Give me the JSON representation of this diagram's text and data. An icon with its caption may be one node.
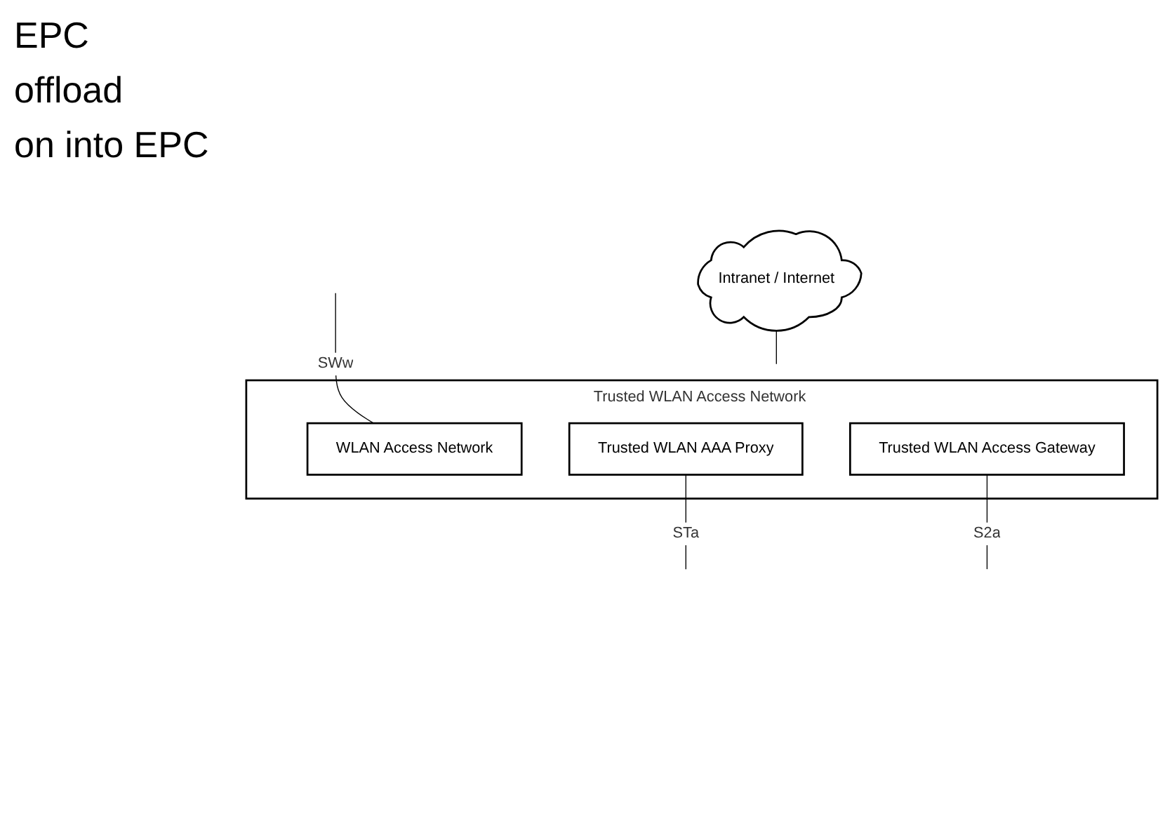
{
  "diagram": {
    "nodes": [
      {
        "text": [
          "Intranet / Internet"
        ]
      },
      {
        "text": [
          "Trusted WLAN Access Network"
        ]
      },
      {
        "text": [
          "WLAN Access Network"
        ],
        "in": 1
      },
      {
        "text": [
          "Trusted WLAN AAA Proxy"
        ],
        "in": 1
      },
      {
        "text": [
          "Trusted WLAN Access Gateway"
        ],
        "in": 1
      }
    ],
    "edges": [
      {
        "from": 0,
        "to": 1,
        "arrow": "none"
      },
      {
        "from": null,
        "to": 2,
        "arrow": "none",
        "label": "SWw"
      },
      {
        "from": 3,
        "to": null,
        "arrow": "none",
        "label": "STa"
      },
      {
        "from": 4,
        "to": null,
        "arrow": "none",
        "label": "S2a"
      }
    ],
    "labels": [
      "EPC",
      "offload",
      "on into EPC"
    ]
  }
}
